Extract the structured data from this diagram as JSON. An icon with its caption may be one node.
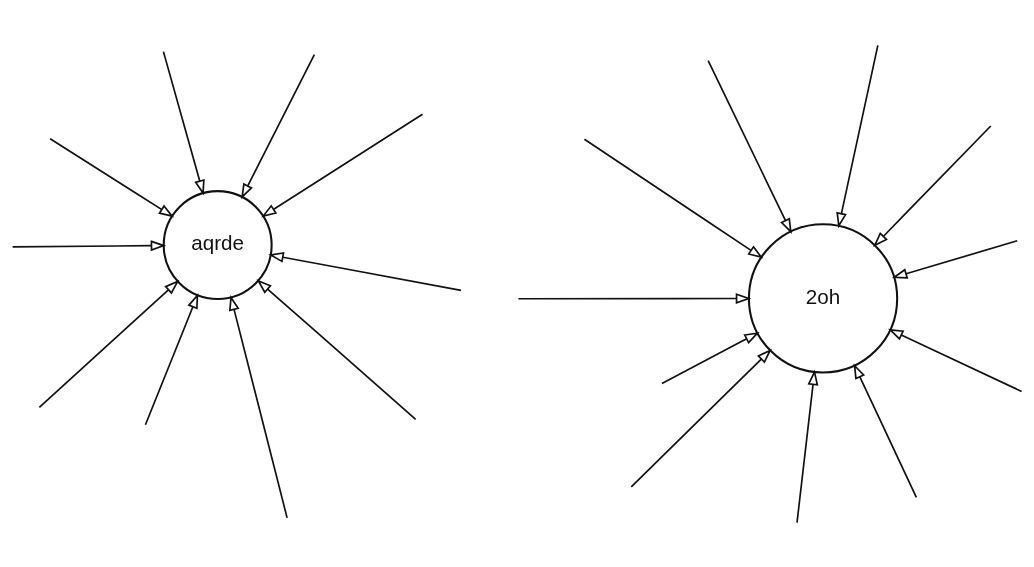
{
  "diagram": {
    "nodes": [
      {
        "text": [
          "aqrde"
        ]
      },
      {
        "text": [
          "2oh"
        ]
      }
    ],
    "edges": [
      {
        "from": null,
        "to": 0,
        "arrow": "to"
      },
      {
        "from": null,
        "to": 0,
        "arrow": "to"
      },
      {
        "from": null,
        "to": 0,
        "arrow": "to"
      },
      {
        "from": null,
        "to": 0,
        "arrow": "to"
      },
      {
        "from": null,
        "to": 0,
        "arrow": "to"
      },
      {
        "from": null,
        "to": 0,
        "arrow": "to"
      },
      {
        "from": null,
        "to": 0,
        "arrow": "to"
      },
      {
        "from": null,
        "to": 0,
        "arrow": "to"
      },
      {
        "from": null,
        "to": 0,
        "arrow": "to"
      },
      {
        "from": null,
        "to": 0,
        "arrow": "to"
      },
      {
        "from": null,
        "to": 1,
        "arrow": "to"
      },
      {
        "from": null,
        "to": 1,
        "arrow": "to"
      },
      {
        "from": null,
        "to": 1,
        "arrow": "to"
      },
      {
        "from": null,
        "to": 1,
        "arrow": "to"
      },
      {
        "from": null,
        "to": 1,
        "arrow": "to"
      },
      {
        "from": null,
        "to": 1,
        "arrow": "to"
      },
      {
        "from": null,
        "to": 1,
        "arrow": "to"
      },
      {
        "from": null,
        "to": 1,
        "arrow": "to"
      },
      {
        "from": null,
        "to": 1,
        "arrow": "to"
      },
      {
        "from": null,
        "to": 1,
        "arrow": "to"
      },
      {
        "from": null,
        "to": 1,
        "arrow": "to"
      }
    ]
  }
}
